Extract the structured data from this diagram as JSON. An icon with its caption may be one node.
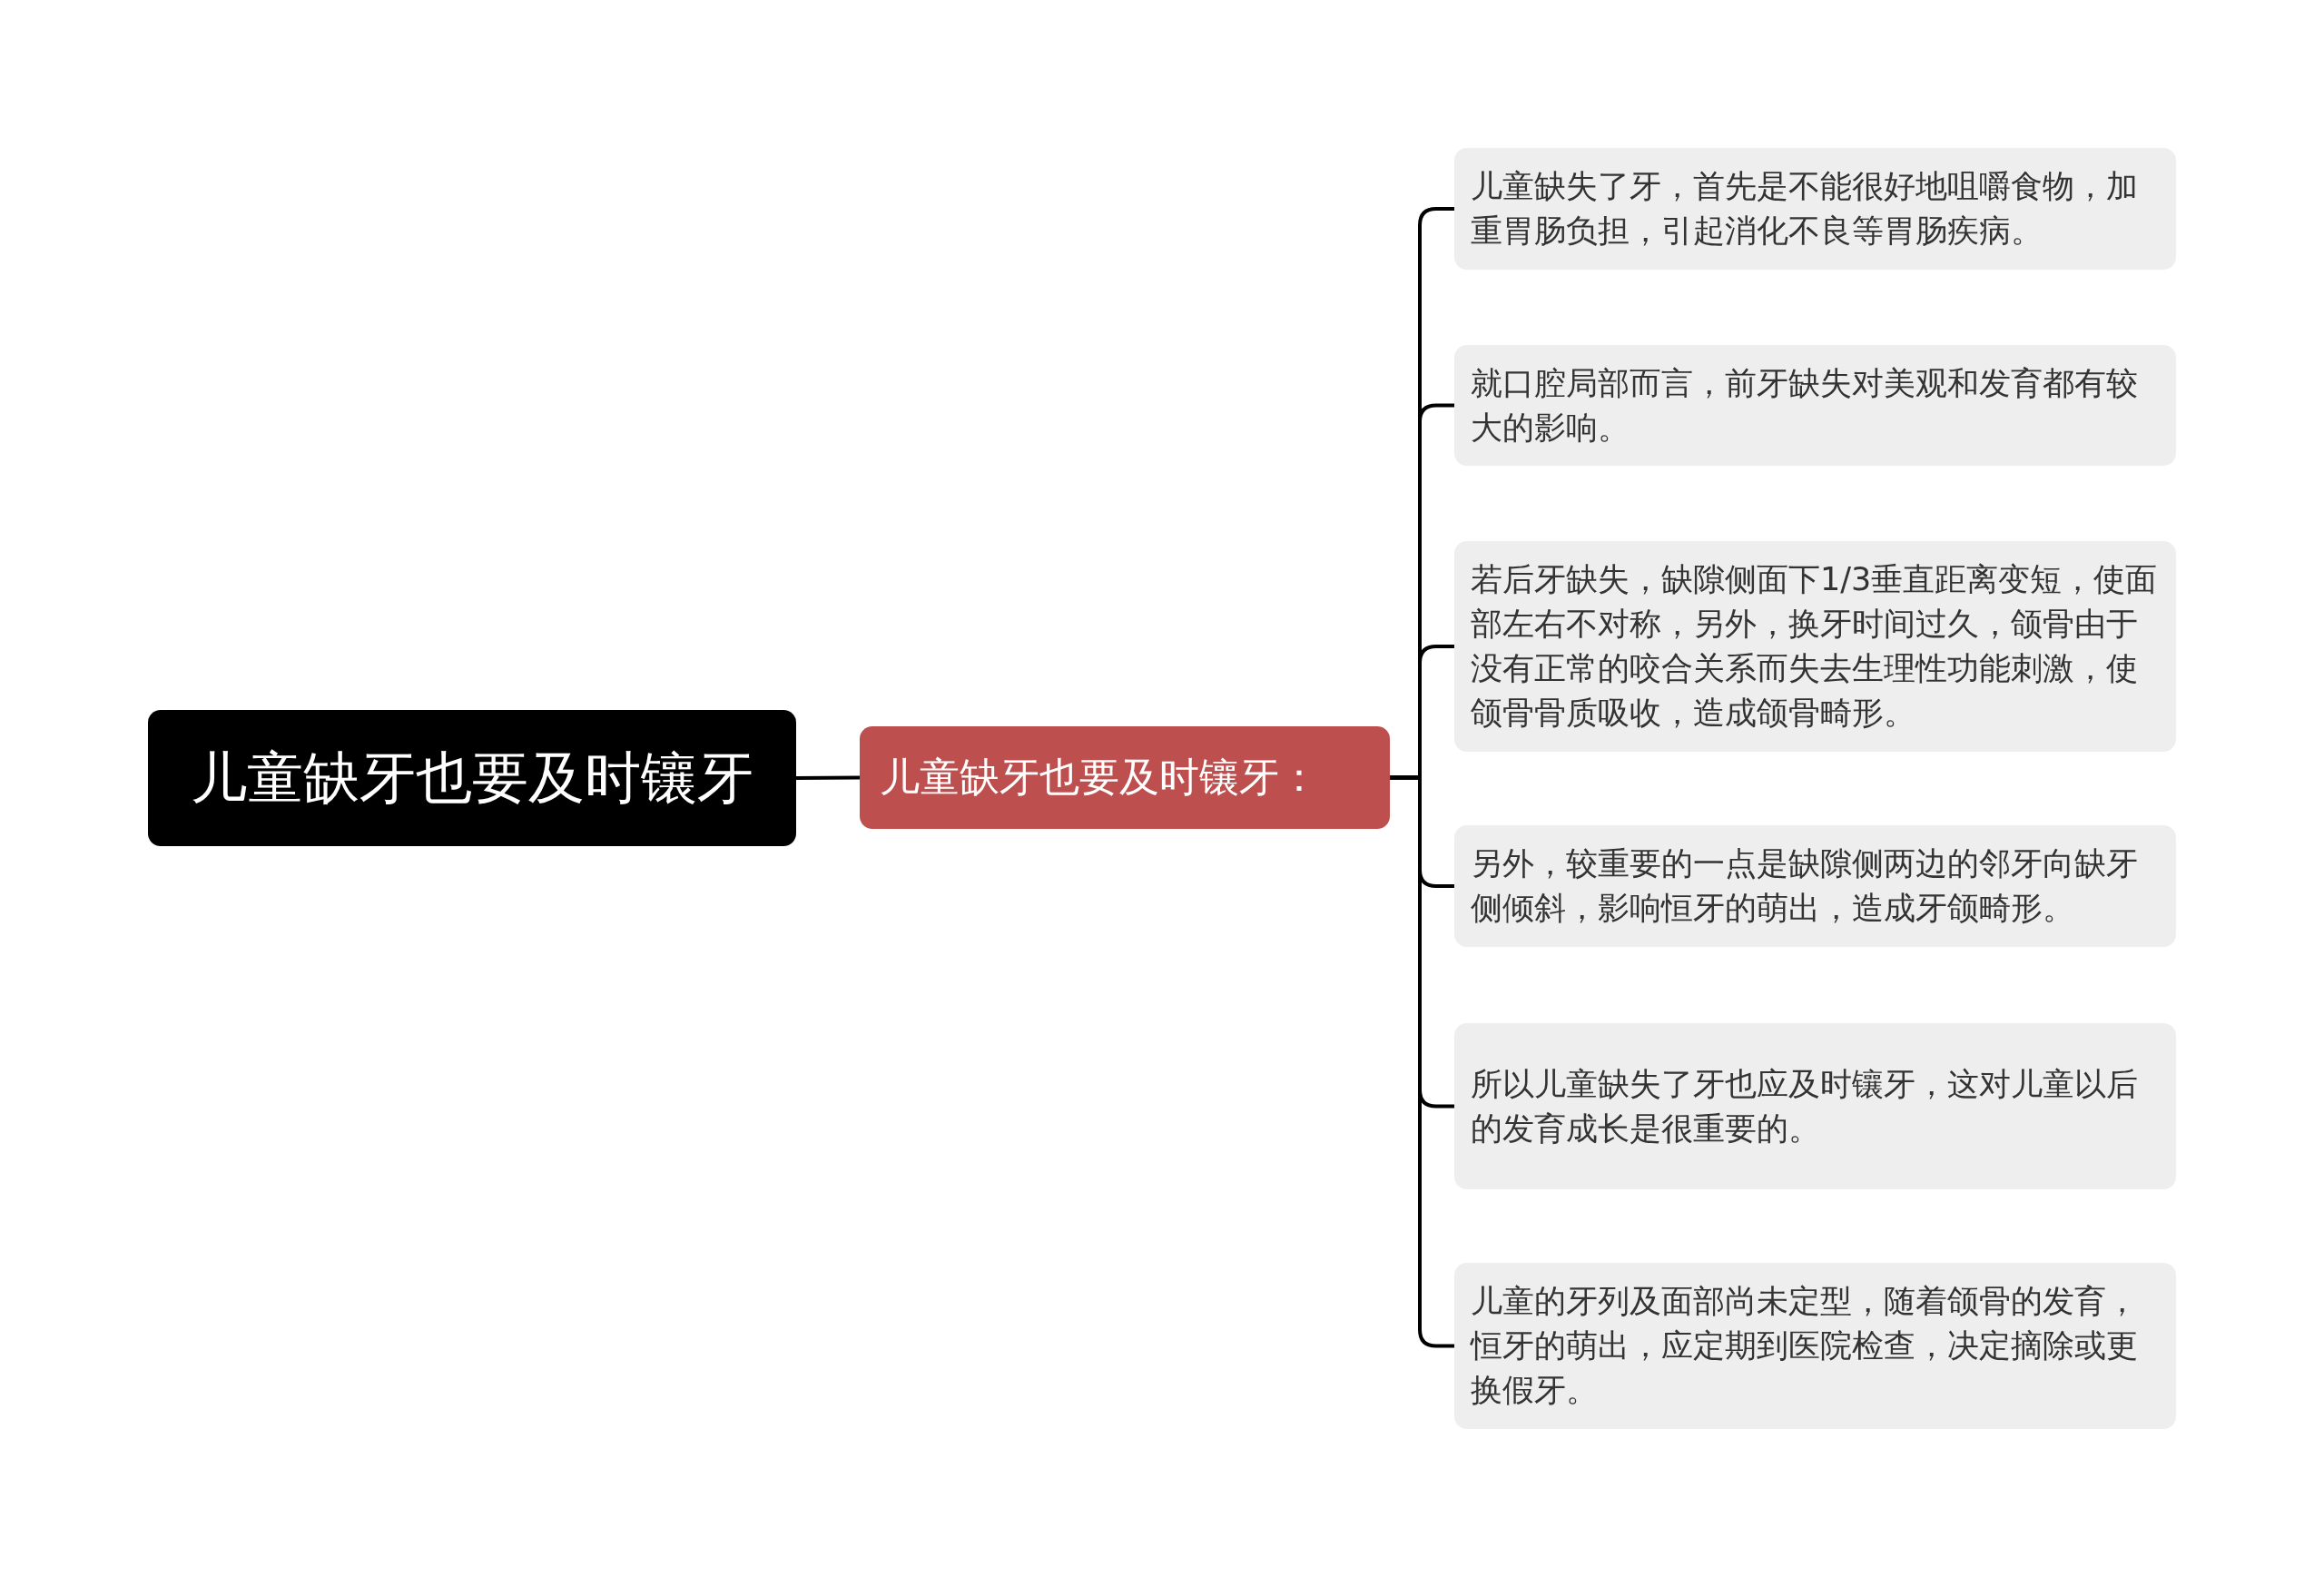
{
  "diagram": {
    "nodes": [
      {
        "text": [
          "儿童缺牙也要及时镶牙"
        ]
      },
      {
        "text": [
          "儿童缺牙也要及时镶牙："
        ]
      },
      {
        "text": [
          "儿童缺失了牙，首先是不能很好地咀嚼食物，加重胃肠负担，引起消化不良等胃肠疾病。"
        ]
      },
      {
        "text": [
          "就口腔局部而言，前牙缺失对美观和发育都有较大的影响。"
        ]
      },
      {
        "text": [
          "若后牙缺失，缺隙侧面下1/3垂直距离变短，使面部左右不对称，另外，换牙时间过久，颌骨由于没有正常的咬合关系而失去生理性功能刺激，使颌骨骨质吸收，造成颌骨畸形。"
        ]
      },
      {
        "text": [
          "另外，较重要的一点是缺隙侧两边的邻牙向缺牙侧倾斜，影响恒牙的萌出，造成牙颌畸形。"
        ]
      },
      {
        "text": [
          "所以儿童缺失了牙也应及时镶牙，这对儿童以后的发育成长是很重要的。"
        ]
      },
      {
        "text": [
          "儿童的牙列及面部尚未定型，随着颌骨的发育，恒牙的萌出，应定期到医院检查，决定摘除或更换假牙。"
        ]
      }
    ],
    "edges": [
      {
        "from": 0,
        "to": 1,
        "arrow": "none"
      },
      {
        "from": 1,
        "to": 2,
        "arrow": "none"
      },
      {
        "from": 1,
        "to": 3,
        "arrow": "none"
      },
      {
        "from": 1,
        "to": 4,
        "arrow": "none"
      },
      {
        "from": 1,
        "to": 5,
        "arrow": "none"
      },
      {
        "from": 1,
        "to": 6,
        "arrow": "none"
      },
      {
        "from": 1,
        "to": 7,
        "arrow": "none"
      }
    ]
  }
}
